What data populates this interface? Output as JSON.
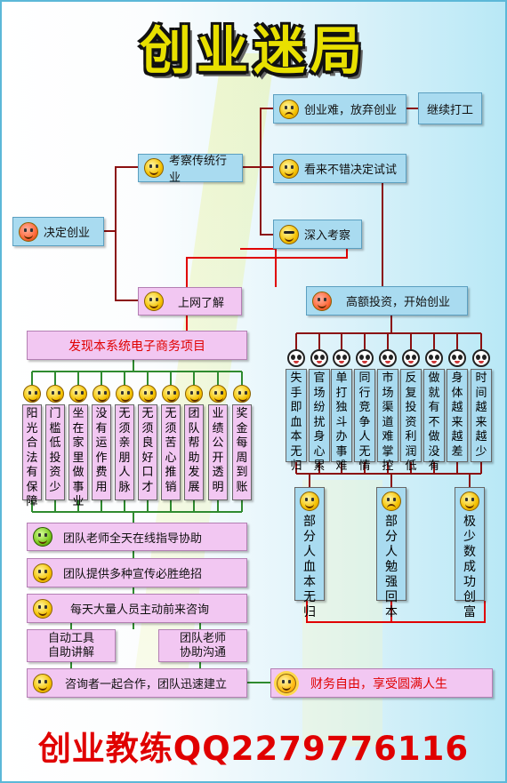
{
  "title": "创业迷局",
  "footer": "创业教练QQ2279776116",
  "colors": {
    "red_line": "#e00000",
    "dark_red_line": "#8b1010",
    "green_line": "#2f8b2f",
    "blue_box": "#a9dbf0",
    "pink_box": "#f2c7f2"
  },
  "nodes": {
    "start": "决定创业",
    "traditional": "考察传统行业",
    "give_up": "创业难，放弃创业",
    "keep_job": "继续打工",
    "try_it": "看来不错决定试试",
    "deep": "深入考察",
    "online": "上网了解",
    "high_invest": "高额投资，开始创业",
    "discover": "发现本系统电子商务项目"
  },
  "advantages": [
    "阳光合法有保障",
    "门槛低投资少",
    "坐在家里做事业",
    "没有运作费用",
    "无须亲朋人脉",
    "无须良好口才",
    "无须苦心推销",
    "团队帮助发展",
    "业绩公开透明",
    "奖金每周到账"
  ],
  "risks": [
    "失手即血本无归",
    "官场纷扰身心累",
    "单打独斗办事难",
    "同行竞争人无情",
    "市场渠道难掌控",
    "反复投资利润低",
    "做就有不做没有",
    "身体越来越差",
    "时间越来越少"
  ],
  "outcomes": [
    "部分人血本无归",
    "部分人勉强回本",
    "极少数成功创富"
  ],
  "support": {
    "guide": "团队老师全天在线指导协助",
    "promo": "团队提供多种宣传必胜绝招",
    "consult": "每天大量人员主动前来咨询",
    "auto_tool": "自动工具\n自助讲解",
    "team_talk": "团队老师\n协助沟通",
    "cooperate": "咨询者一起合作，团队迅速建立",
    "final": "财务自由，享受圆满人生"
  },
  "icons": [
    "smiley-icon",
    "sad-face-icon",
    "cool-face-icon",
    "angry-face-icon",
    "panda-icon",
    "sun-face-icon",
    "green-man-icon"
  ]
}
